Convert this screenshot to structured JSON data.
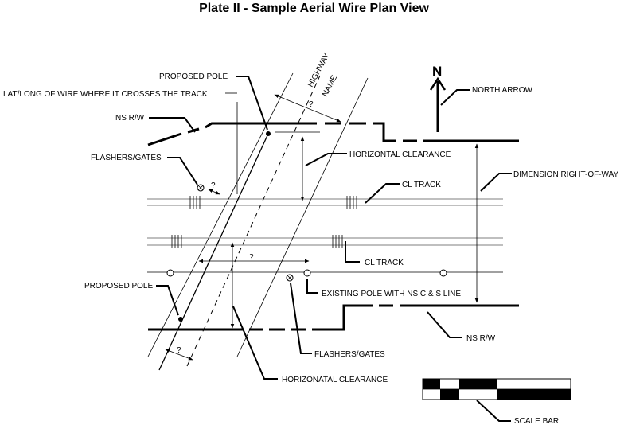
{
  "title": "Plate II - Sample Aerial Wire Plan View",
  "road": {
    "label_1": "HIGHWAY",
    "label_2": "NAME"
  },
  "north": {
    "letter": "N"
  },
  "unknown_mark": "?",
  "labels": {
    "proposed_pole_top": "PROPOSED POLE",
    "latlong": "LAT/LONG OF WIRE WHERE IT CROSSES THE TRACK",
    "ns_rw_top": "NS R/W",
    "flashers_top": "FLASHERS/GATES",
    "horizontal_clearance_top": "HORIZONTAL CLEARANCE",
    "north_arrow": "NORTH ARROW",
    "dimension_row": "DIMENSION RIGHT-OF-WAY",
    "cl_track_top": "CL TRACK",
    "cl_track_bottom": "CL TRACK",
    "proposed_pole_bottom": "PROPOSED POLE",
    "existing_pole": "EXISTING POLE WITH NS C & S LINE",
    "ns_rw_bottom": "NS R/W",
    "flashers_bottom": "FLASHERS/GATES",
    "horizontal_clearance_bottom": "HORIZONATAL CLEARANCE",
    "scale_bar": "SCALE BAR"
  }
}
